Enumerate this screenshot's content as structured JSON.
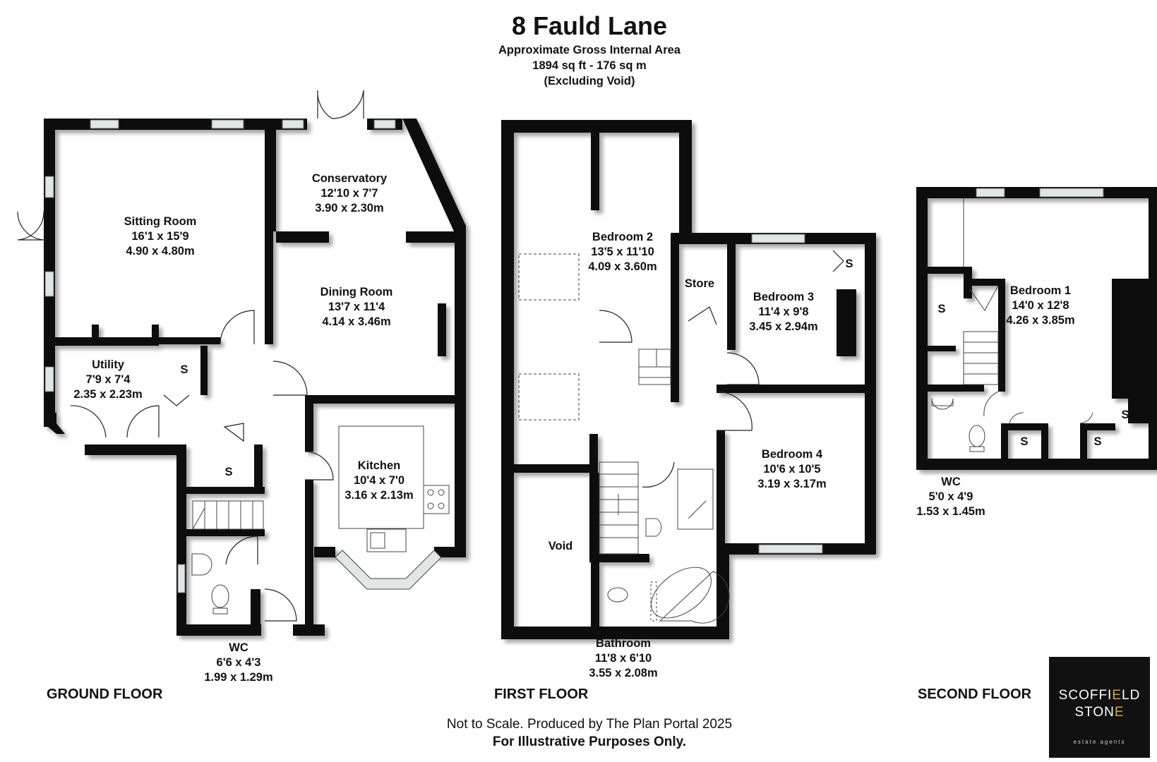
{
  "header": {
    "title": "8 Fauld Lane",
    "area_line1": "Approximate Gross Internal Area",
    "area_line2": "1894 sq ft - 176 sq m",
    "area_line3": "(Excluding Void)"
  },
  "ground_floor": {
    "label": "GROUND FLOOR",
    "rooms": [
      {
        "name": "Sitting Room",
        "imperial": "16'1 x 15'9",
        "metric": "4.90 x 4.80m"
      },
      {
        "name": "Conservatory",
        "imperial": "12'10 x 7'7",
        "metric": "3.90 x 2.30m"
      },
      {
        "name": "Dining Room",
        "imperial": "13'7 x 11'4",
        "metric": "4.14 x 3.46m"
      },
      {
        "name": "Utility",
        "imperial": "7'9 x 7'4",
        "metric": "2.35 x 2.23m"
      },
      {
        "name": "Kitchen",
        "imperial": "10'4 x 7'0",
        "metric": "3.16 x 2.13m"
      },
      {
        "name": "WC",
        "imperial": "6'6 x 4'3",
        "metric": "1.99 x 1.29m"
      }
    ],
    "stores": [
      "S",
      "S"
    ]
  },
  "first_floor": {
    "label": "FIRST FLOOR",
    "rooms": [
      {
        "name": "Bedroom 2",
        "imperial": "13'5 x 11'10",
        "metric": "4.09 x 3.60m"
      },
      {
        "name": "Store"
      },
      {
        "name": "Bedroom 3",
        "imperial": "11'4 x 9'8",
        "metric": "3.45 x 2.94m"
      },
      {
        "name": "Bedroom 4",
        "imperial": "10'6 x 10'5",
        "metric": "3.19 x 3.17m"
      },
      {
        "name": "Void"
      },
      {
        "name": "Bathroom",
        "imperial": "11'8 x 6'10",
        "metric": "3.55 x 2.08m"
      }
    ],
    "stores": [
      "S"
    ]
  },
  "second_floor": {
    "label": "SECOND FLOOR",
    "rooms": [
      {
        "name": "Bedroom 1",
        "imperial": "14'0 x 12'8",
        "metric": "4.26 x 3.85m"
      },
      {
        "name": "WC",
        "imperial": "5'0 x 4'9",
        "metric": "1.53 x 1.45m"
      }
    ],
    "stores": [
      "S",
      "S",
      "S",
      "S"
    ]
  },
  "footer": {
    "line1": "Not to Scale. Produced by The Plan Portal 2025",
    "line2": "For Illustrative Purposes Only."
  },
  "logo": {
    "line1a": "SCOFFI",
    "line1b": "E",
    "line1c": "LD",
    "line2a": "STON",
    "line2b": "E",
    "tagline": "estate agents"
  },
  "colors": {
    "wall": "#111111",
    "window": "#cfd8d8",
    "logo_accent": "#d4a23a"
  }
}
